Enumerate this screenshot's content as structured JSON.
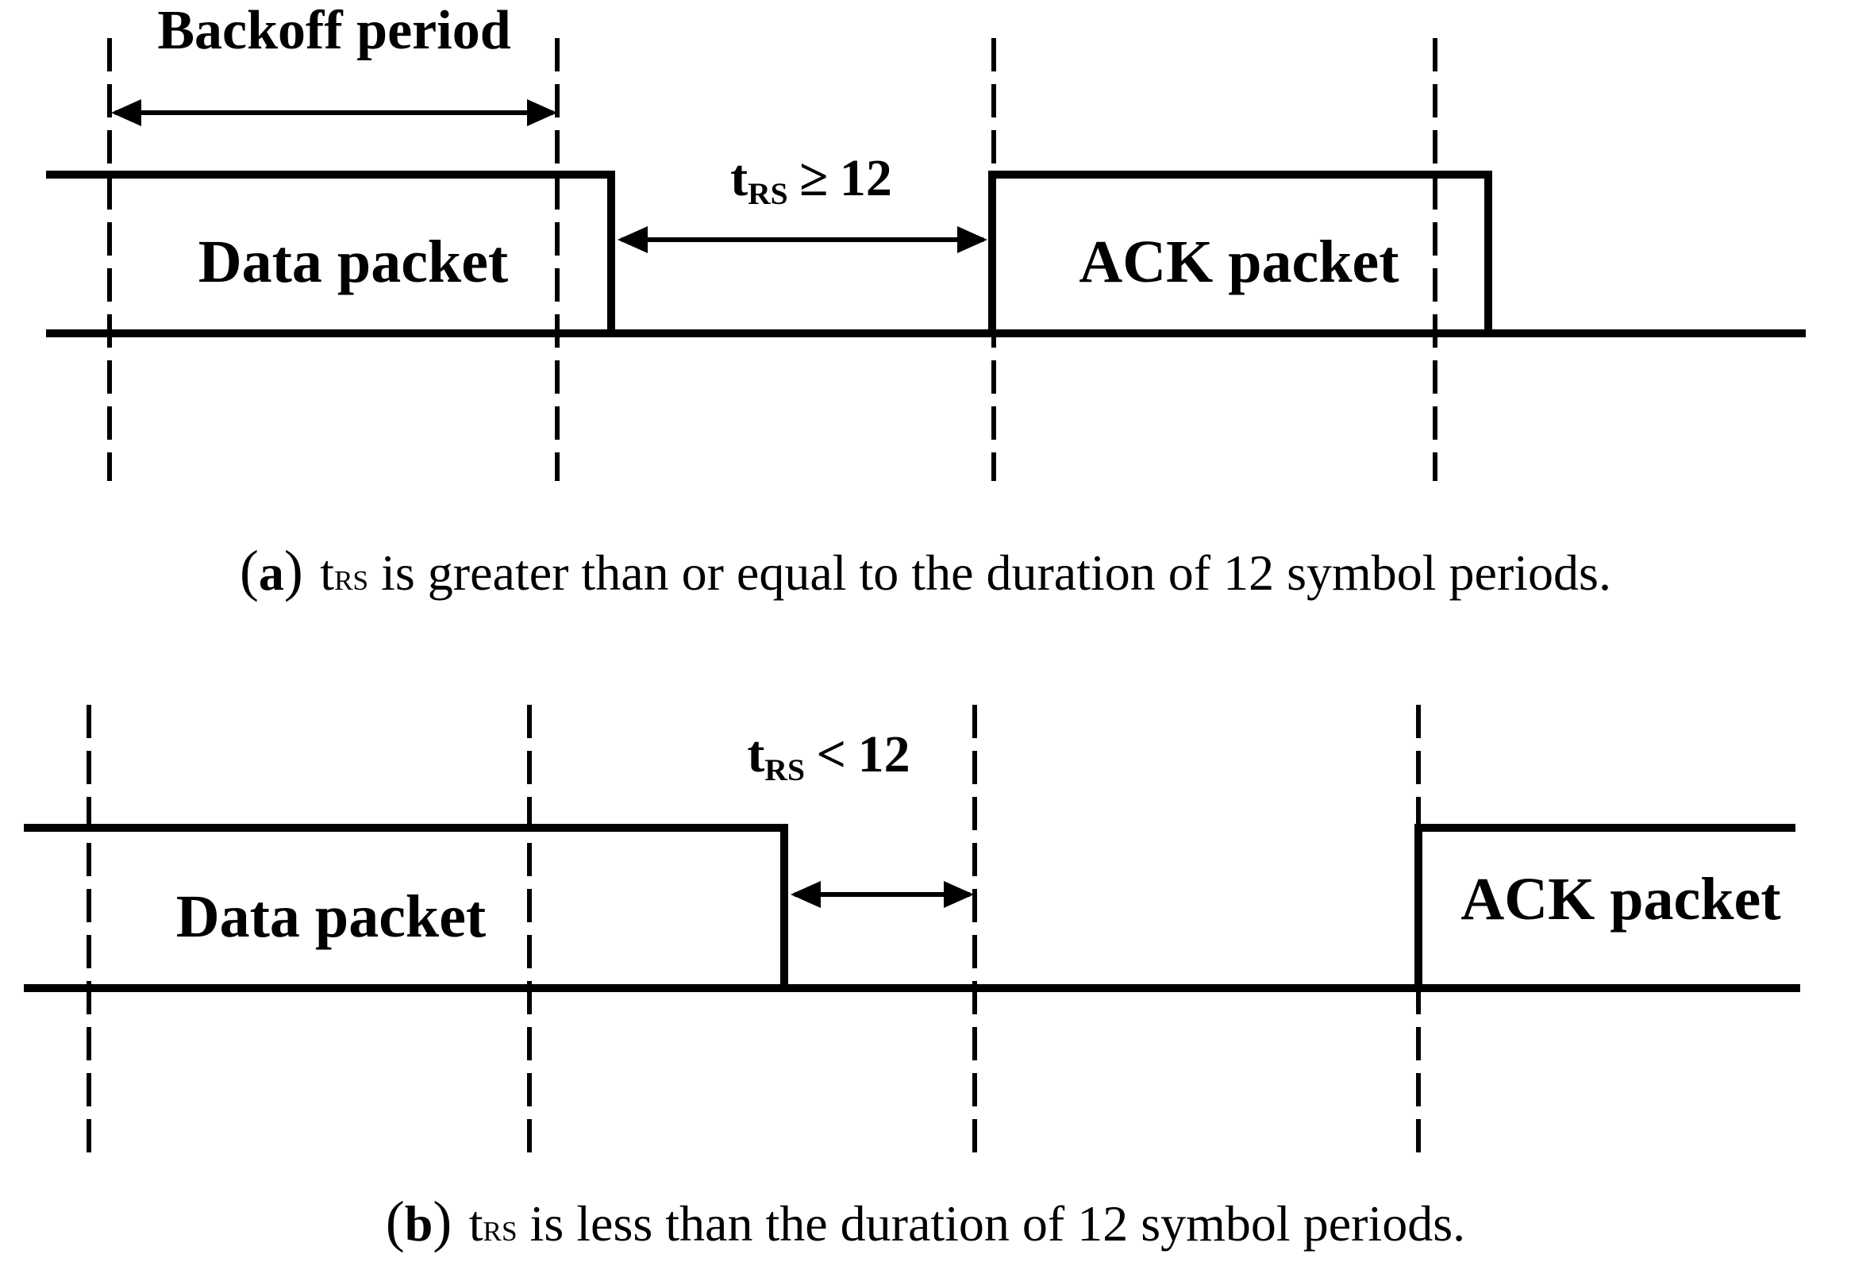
{
  "colors": {
    "ink": "#000000",
    "background": "#ffffff"
  },
  "panel_a": {
    "backoff_label": "Backoff period",
    "data_packet_label": "Data packet",
    "ack_packet_label": "ACK packet",
    "gap": {
      "var": "t",
      "sub": "RS",
      "relation": "≥",
      "value": "12"
    },
    "caption": {
      "paren_open": "(",
      "marker": "a",
      "paren_close": ")",
      "var": "t",
      "var_sub": "RS",
      "text": " is greater than or equal to the duration of 12 symbol periods."
    }
  },
  "panel_b": {
    "data_packet_label": "Data packet",
    "ack_packet_label": "ACK packet",
    "gap": {
      "var": "t",
      "sub": "RS",
      "relation": "<",
      "value": "12"
    },
    "caption": {
      "paren_open": "(",
      "marker": "b",
      "paren_close": ")",
      "var": "t",
      "var_sub": "RS",
      "text": " is less than the duration of 12 symbol periods."
    }
  }
}
